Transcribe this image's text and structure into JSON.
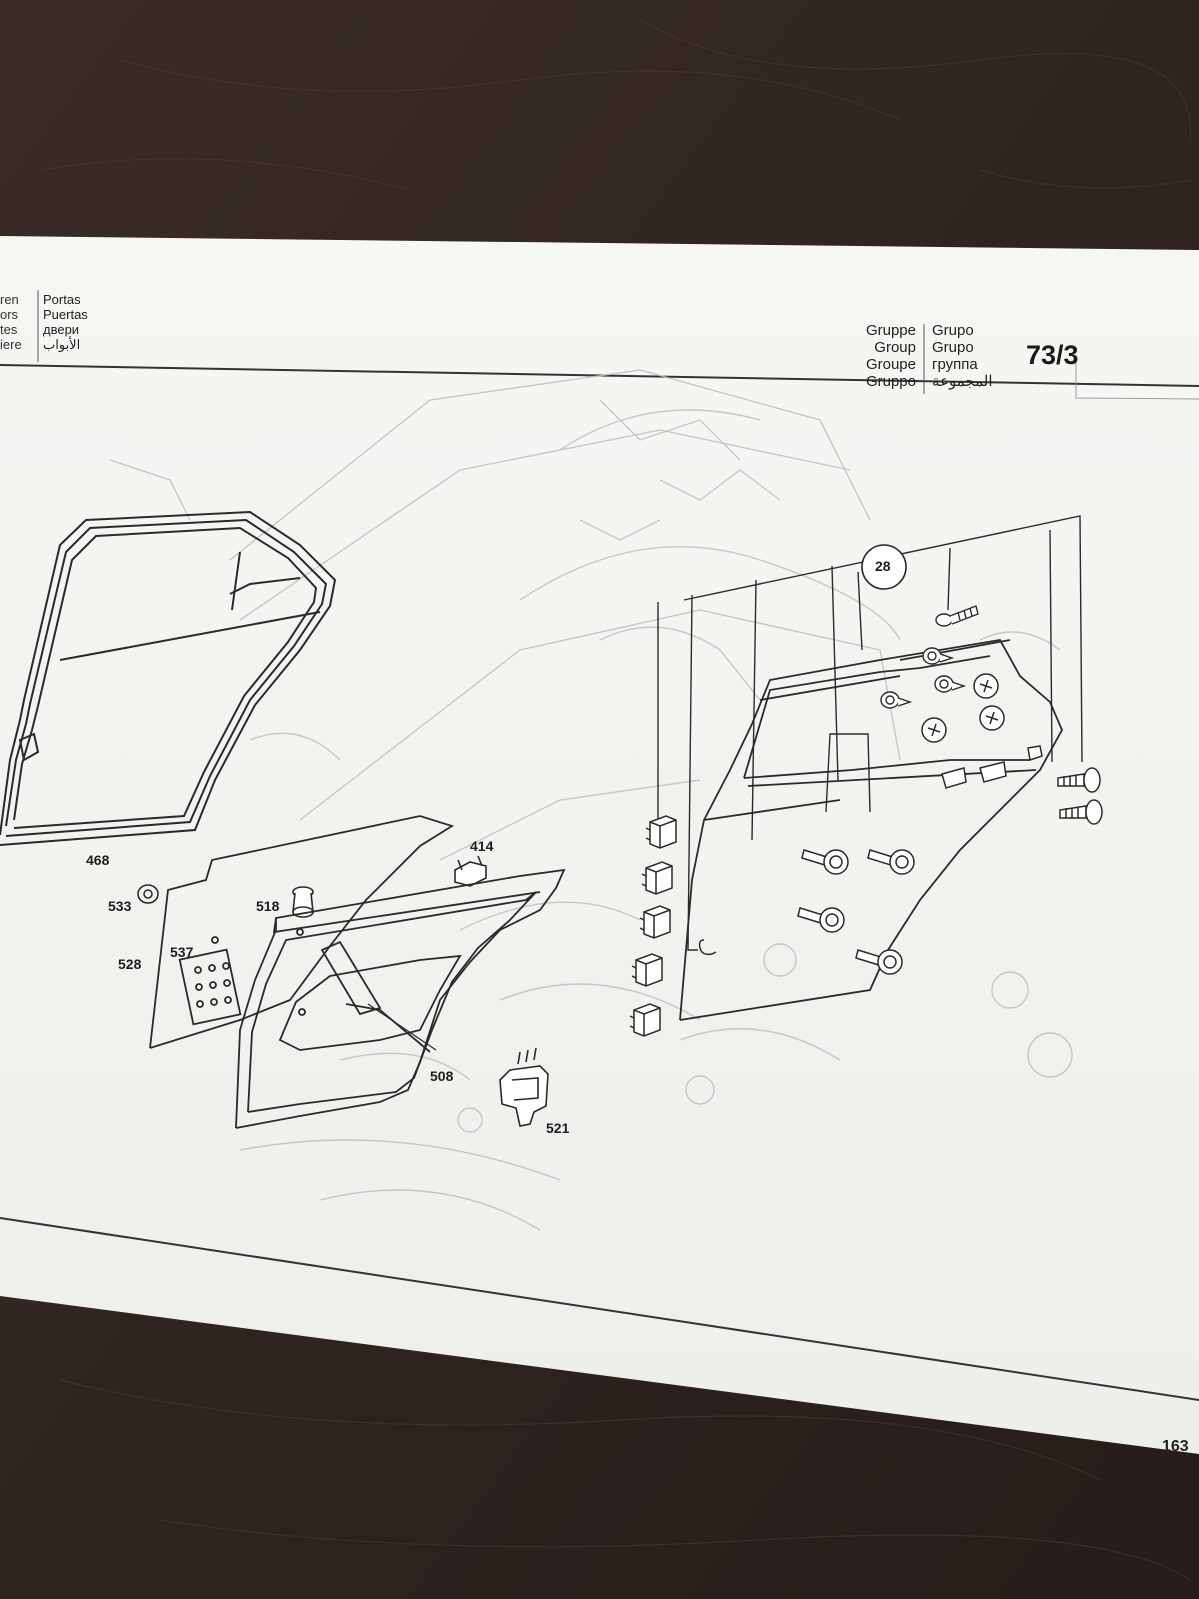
{
  "header_left": {
    "cut_words": [
      "ren",
      "ors",
      "tes",
      "iere"
    ],
    "words": [
      "Portas",
      "Puertas",
      "двери",
      "الأبواب"
    ]
  },
  "header_right": {
    "left_words": [
      "Gruppe",
      "Group",
      "Groupe",
      "Gruppo"
    ],
    "right_words": [
      "Grupo",
      "Grupo",
      "группа",
      "المجموعة"
    ],
    "group_number": "73/3"
  },
  "callouts": {
    "c28": "28",
    "c414": "414",
    "c468": "468",
    "c533": "533",
    "c518": "518",
    "c537": "537",
    "c528": "528",
    "c508": "508",
    "c521": "521"
  },
  "page_number": "163",
  "colors": {
    "background": "#2e231f",
    "paper": "#f4f4f1",
    "ink": "#222222",
    "faint_ink": "#b9c1c6"
  }
}
